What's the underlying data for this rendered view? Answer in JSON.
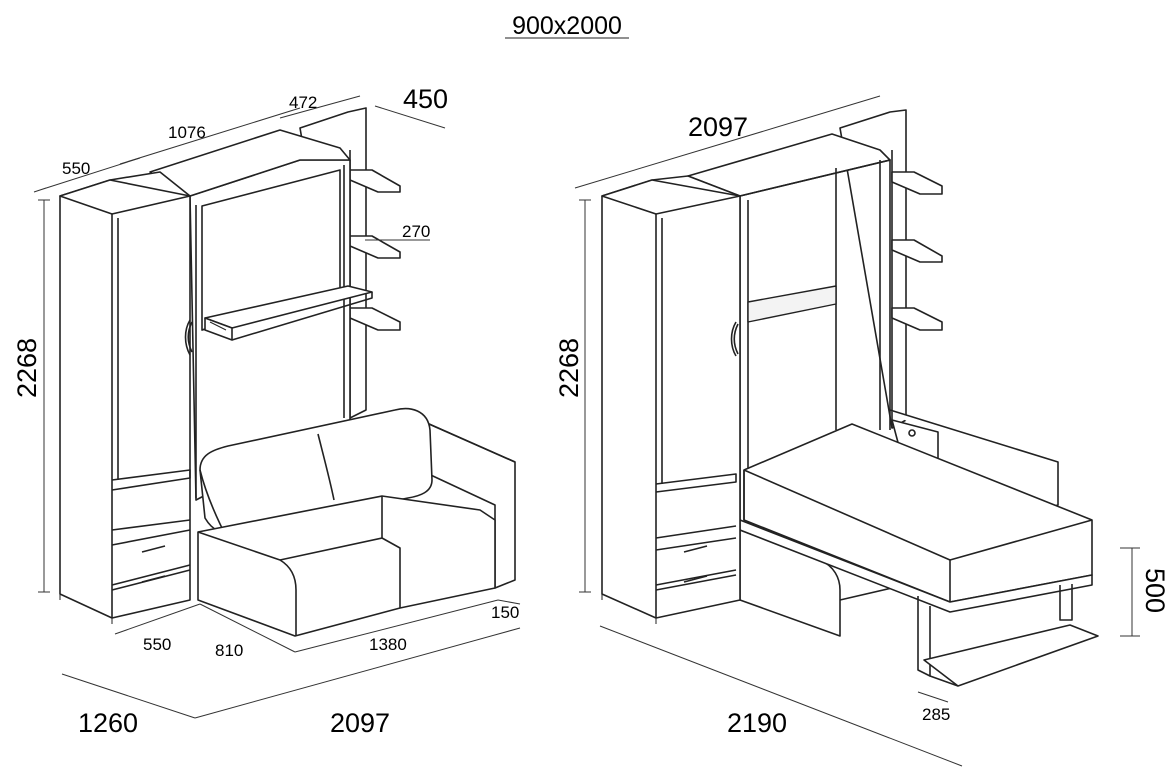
{
  "title": "900x2000",
  "left_view": {
    "dims": {
      "d550_top": "550",
      "d1076": "1076",
      "d472": "472",
      "d450": "450",
      "d270": "270",
      "d2268": "2268",
      "d550_bottom": "550",
      "d810": "810",
      "d1380": "1380",
      "d150": "150",
      "d1260": "1260",
      "d2097": "2097"
    }
  },
  "right_view": {
    "dims": {
      "d2097": "2097",
      "d2268": "2268",
      "d500": "500",
      "d285": "285",
      "d2190": "2190"
    }
  }
}
